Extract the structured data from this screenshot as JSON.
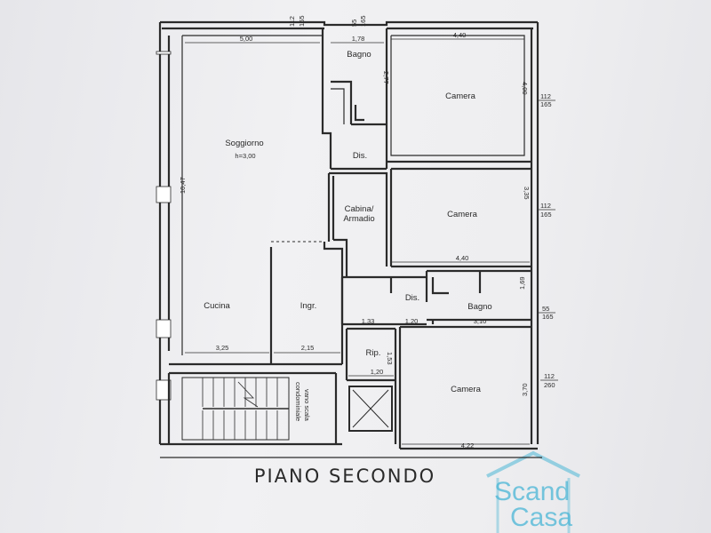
{
  "title": "PIANO SECONDO",
  "rooms": {
    "soggiorno": "Soggiorno",
    "soggiorno_height": "h=3,00",
    "cucina": "Cucina",
    "ingresso": "Ingr.",
    "bagno_top": "Bagno",
    "dis_top": "Dis.",
    "cabina_1": "Cabina/",
    "cabina_2": "Armadio",
    "camera_1": "Camera",
    "camera_2": "Camera",
    "camera_3": "Camera",
    "dis_mid": "Dis.",
    "bagno_mid": "Bagno",
    "rip": "Rip.",
    "vano_1": "vano scala",
    "vano_2": "condominiale"
  },
  "dimensions": {
    "top_1": "112",
    "top_2": "165",
    "top_3": "55",
    "top_4": "165",
    "soggiorno_width": "5,00",
    "bagno_width": "1,78",
    "bagno_depth": "2,77",
    "camera1_width": "4,40",
    "camera1_depth": "4,00",
    "right_1a": "112",
    "right_1b": "165",
    "camera2_depth": "3,35",
    "right_2a": "112",
    "right_2b": "165",
    "camera2_width": "4,40",
    "left_depth": "10,47",
    "bagno2_depth": "1,69",
    "right_3a": "55",
    "right_3b": "165",
    "dim_133": "1,33",
    "dim_120a": "1,20",
    "dim_310": "3,10",
    "cucina_width": "3,25",
    "ingresso_width": "2,15",
    "rip_depth": "1,53",
    "rip_width": "1,20",
    "right_4a": "112",
    "right_4b": "260",
    "camera3_depth": "3,70",
    "camera3_width": "4,22"
  },
  "logo": {
    "line1": "Scand",
    "line2": "Casa"
  }
}
